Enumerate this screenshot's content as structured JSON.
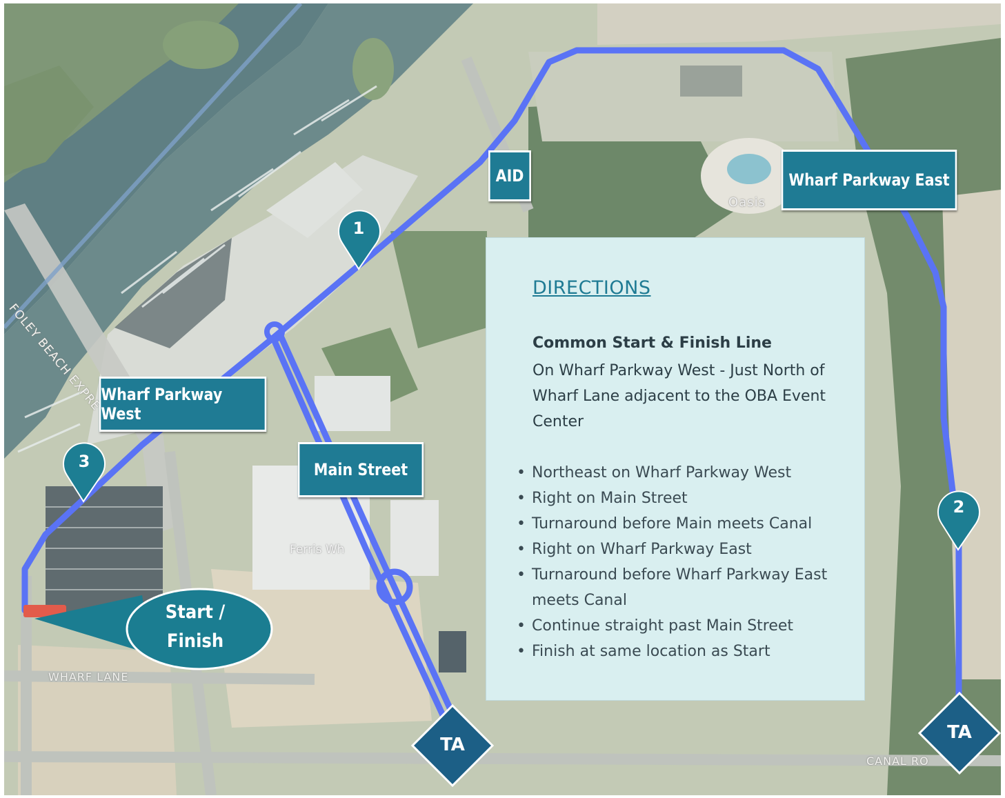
{
  "labels": {
    "aid": "AID",
    "wharf_east": "Wharf Parkway East",
    "wharf_west": "Wharf Parkway West",
    "main_street": "Main Street",
    "start_finish_line1": "Start /",
    "start_finish_line2": "Finish"
  },
  "pins": [
    "1",
    "2",
    "3"
  ],
  "turnarounds": [
    "TA",
    "TA"
  ],
  "map_text": {
    "foley": "FOLEY BEACH EXPRE",
    "wharf_lane": "WHARF LANE",
    "canal_road": "CANAL RO",
    "oasis": "Oasis",
    "ferris": "Ferris Wh"
  },
  "directions": {
    "title": "DIRECTIONS",
    "subtitle": "Common Start & Finish Line",
    "description": "On Wharf Parkway West - Just North of Wharf Lane adjacent to the OBA Event Center",
    "steps": [
      "Northeast on Wharf Parkway West",
      "Right on Main Street",
      "Turnaround before Main meets Canal",
      "Right on Wharf Parkway East",
      "Turnaround before Wharf Parkway East meets Canal",
      "Continue straight past Main Street",
      "Finish at same location as Start"
    ]
  },
  "colors": {
    "route": "#5a73f5",
    "label_bg": "#1f7b94",
    "marker": "#1d7e93",
    "ta_diamond": "#1c5f86",
    "panel_bg": "#d9eff0"
  }
}
